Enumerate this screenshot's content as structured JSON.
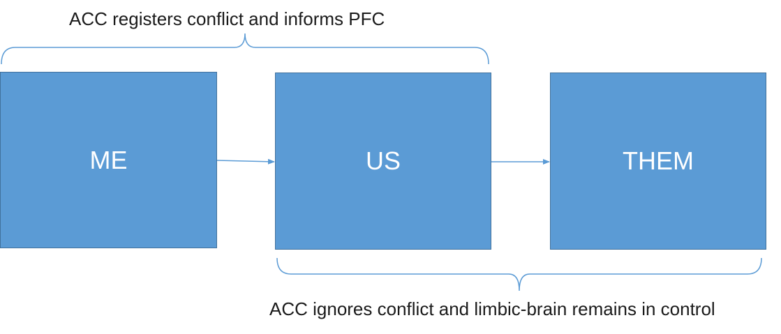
{
  "captions": {
    "top": "ACC registers conflict and informs PFC",
    "bottom": "ACC ignores conflict and limbic-brain remains in control"
  },
  "boxes": {
    "me": "ME",
    "us": "US",
    "them": "THEM"
  },
  "colors": {
    "box_fill": "#5b9bd5",
    "box_border": "#41719c",
    "connector": "#5b9bd5",
    "text_dark": "#1a1a1a"
  }
}
